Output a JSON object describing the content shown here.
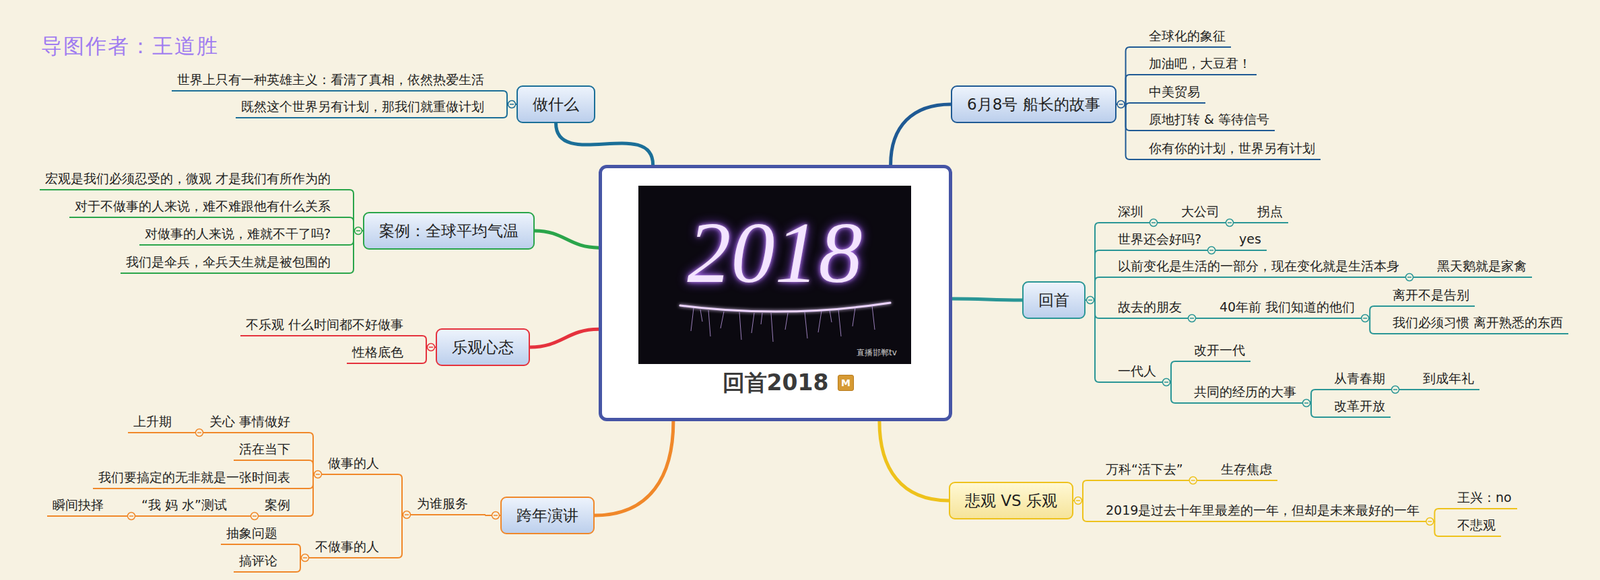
{
  "diagram": {
    "nodes": [
      {
        "text": [
          "回首2018"
        ]
      },
      {
        "text": [
          "6月8号 船长的故事"
        ]
      },
      {
        "text": [
          "全球化的象征"
        ]
      },
      {
        "text": [
          "加油吧，大豆君！"
        ]
      },
      {
        "text": [
          "中美贸易"
        ]
      },
      {
        "text": [
          "原地打转 & 等待信号"
        ]
      },
      {
        "text": [
          "你有你的计划，世界另有计划"
        ]
      },
      {
        "text": [
          "回首"
        ]
      },
      {
        "text": [
          "深圳"
        ]
      },
      {
        "text": [
          "大公司"
        ]
      },
      {
        "text": [
          "拐点"
        ]
      },
      {
        "text": [
          "世界还会好吗?"
        ]
      },
      {
        "text": [
          "yes"
        ]
      },
      {
        "text": [
          "以前变化是生活的一部分，现在变化就是生活本身"
        ]
      },
      {
        "text": [
          "黑天鹅就是家禽"
        ]
      },
      {
        "text": [
          "故去的朋友"
        ]
      },
      {
        "text": [
          "40年前 我们知道的他们"
        ]
      },
      {
        "text": [
          "离开不是告别"
        ]
      },
      {
        "text": [
          "我们必须习惯 离开熟悉的东西"
        ]
      },
      {
        "text": [
          "一代人"
        ]
      },
      {
        "text": [
          "改开一代"
        ]
      },
      {
        "text": [
          "共同的经历的大事"
        ]
      },
      {
        "text": [
          "从青春期"
        ]
      },
      {
        "text": [
          "到成年礼"
        ]
      },
      {
        "text": [
          "改革开放"
        ]
      },
      {
        "text": [
          "悲观 VS 乐观"
        ]
      },
      {
        "text": [
          "万科“活下去”"
        ]
      },
      {
        "text": [
          "生存焦虑"
        ]
      },
      {
        "text": [
          "2019是过去十年里最差的一年，但却是未来最好的一年"
        ]
      },
      {
        "text": [
          "王兴：no"
        ]
      },
      {
        "text": [
          "不悲观"
        ]
      },
      {
        "text": [
          "跨年演讲"
        ]
      },
      {
        "text": [
          "为谁服务"
        ]
      },
      {
        "text": [
          "做事的人"
        ]
      },
      {
        "text": [
          "关心 事情做好"
        ]
      },
      {
        "text": [
          "上升期"
        ]
      },
      {
        "text": [
          "活在当下"
        ]
      },
      {
        "text": [
          "我们要搞定的无非就是一张时间表"
        ]
      },
      {
        "text": [
          "案例"
        ]
      },
      {
        "text": [
          "“我 妈 水”测试"
        ]
      },
      {
        "text": [
          "瞬间抉择"
        ]
      },
      {
        "text": [
          "不做事的人"
        ]
      },
      {
        "text": [
          "抽象问题"
        ]
      },
      {
        "text": [
          "搞评论"
        ]
      },
      {
        "text": [
          "乐观心态"
        ]
      },
      {
        "text": [
          "不乐观 什么时间都不好做事"
        ]
      },
      {
        "text": [
          "性格底色"
        ]
      },
      {
        "text": [
          "案例：全球平均气温"
        ]
      },
      {
        "text": [
          "宏观是我们必须忍受的，微观 才是我们有所作为的"
        ]
      },
      {
        "text": [
          "对于不做事的人来说，难不难跟他有什么关系"
        ]
      },
      {
        "text": [
          "对做事的人来说，难就不干了吗?"
        ]
      },
      {
        "text": [
          "我们是伞兵，伞兵天生就是被包围的"
        ]
      },
      {
        "text": [
          "做什么"
        ]
      },
      {
        "text": [
          "世界上只有一种英雄主义：看清了真相，依然热爱生活"
        ]
      },
      {
        "text": [
          "既然这个世界另有计划，那我们就重做计划"
        ]
      }
    ],
    "edges": [
      {
        "from": 0,
        "to": 1,
        "arrow": "none"
      },
      {
        "from": 1,
        "to": 2,
        "arrow": "none"
      },
      {
        "from": 1,
        "to": 3,
        "arrow": "none"
      },
      {
        "from": 1,
        "to": 4,
        "arrow": "none"
      },
      {
        "from": 1,
        "to": 5,
        "arrow": "none"
      },
      {
        "from": 1,
        "to": 6,
        "arrow": "none"
      },
      {
        "from": 0,
        "to": 7,
        "arrow": "none"
      },
      {
        "from": 7,
        "to": 8,
        "arrow": "none"
      },
      {
        "from": 8,
        "to": 9,
        "arrow": "none"
      },
      {
        "from": 9,
        "to": 10,
        "arrow": "none"
      },
      {
        "from": 7,
        "to": 11,
        "arrow": "none"
      },
      {
        "from": 11,
        "to": 12,
        "arrow": "none"
      },
      {
        "from": 7,
        "to": 13,
        "arrow": "none"
      },
      {
        "from": 13,
        "to": 14,
        "arrow": "none"
      },
      {
        "from": 7,
        "to": 15,
        "arrow": "none"
      },
      {
        "from": 15,
        "to": 16,
        "arrow": "none"
      },
      {
        "from": 16,
        "to": 17,
        "arrow": "none"
      },
      {
        "from": 16,
        "to": 18,
        "arrow": "none"
      },
      {
        "from": 7,
        "to": 19,
        "arrow": "none"
      },
      {
        "from": 19,
        "to": 20,
        "arrow": "none"
      },
      {
        "from": 19,
        "to": 21,
        "arrow": "none"
      },
      {
        "from": 21,
        "to": 22,
        "arrow": "none"
      },
      {
        "from": 22,
        "to": 23,
        "arrow": "none"
      },
      {
        "from": 21,
        "to": 24,
        "arrow": "none"
      },
      {
        "from": 0,
        "to": 25,
        "arrow": "none"
      },
      {
        "from": 25,
        "to": 26,
        "arrow": "none"
      },
      {
        "from": 26,
        "to": 27,
        "arrow": "none"
      },
      {
        "from": 25,
        "to": 28,
        "arrow": "none"
      },
      {
        "from": 28,
        "to": 29,
        "arrow": "none"
      },
      {
        "from": 28,
        "to": 30,
        "arrow": "none"
      },
      {
        "from": 0,
        "to": 31,
        "arrow": "none"
      },
      {
        "from": 31,
        "to": 32,
        "arrow": "none"
      },
      {
        "from": 32,
        "to": 33,
        "arrow": "none"
      },
      {
        "from": 33,
        "to": 34,
        "arrow": "none"
      },
      {
        "from": 34,
        "to": 35,
        "arrow": "none"
      },
      {
        "from": 33,
        "to": 36,
        "arrow": "none"
      },
      {
        "from": 33,
        "to": 37,
        "arrow": "none"
      },
      {
        "from": 33,
        "to": 38,
        "arrow": "none"
      },
      {
        "from": 38,
        "to": 39,
        "arrow": "none"
      },
      {
        "from": 39,
        "to": 40,
        "arrow": "none"
      },
      {
        "from": 32,
        "to": 41,
        "arrow": "none"
      },
      {
        "from": 41,
        "to": 42,
        "arrow": "none"
      },
      {
        "from": 41,
        "to": 43,
        "arrow": "none"
      },
      {
        "from": 0,
        "to": 44,
        "arrow": "none"
      },
      {
        "from": 44,
        "to": 45,
        "arrow": "none"
      },
      {
        "from": 44,
        "to": 46,
        "arrow": "none"
      },
      {
        "from": 0,
        "to": 47,
        "arrow": "none"
      },
      {
        "from": 47,
        "to": 48,
        "arrow": "none"
      },
      {
        "from": 47,
        "to": 49,
        "arrow": "none"
      },
      {
        "from": 47,
        "to": 50,
        "arrow": "none"
      },
      {
        "from": 47,
        "to": 51,
        "arrow": "none"
      },
      {
        "from": 0,
        "to": 52,
        "arrow": "none"
      },
      {
        "from": 52,
        "to": 53,
        "arrow": "none"
      },
      {
        "from": 52,
        "to": 54,
        "arrow": "none"
      }
    ],
    "labels": [
      "导图作者：王道胜",
      "2018",
      "直播邯郸tv",
      "M"
    ]
  }
}
